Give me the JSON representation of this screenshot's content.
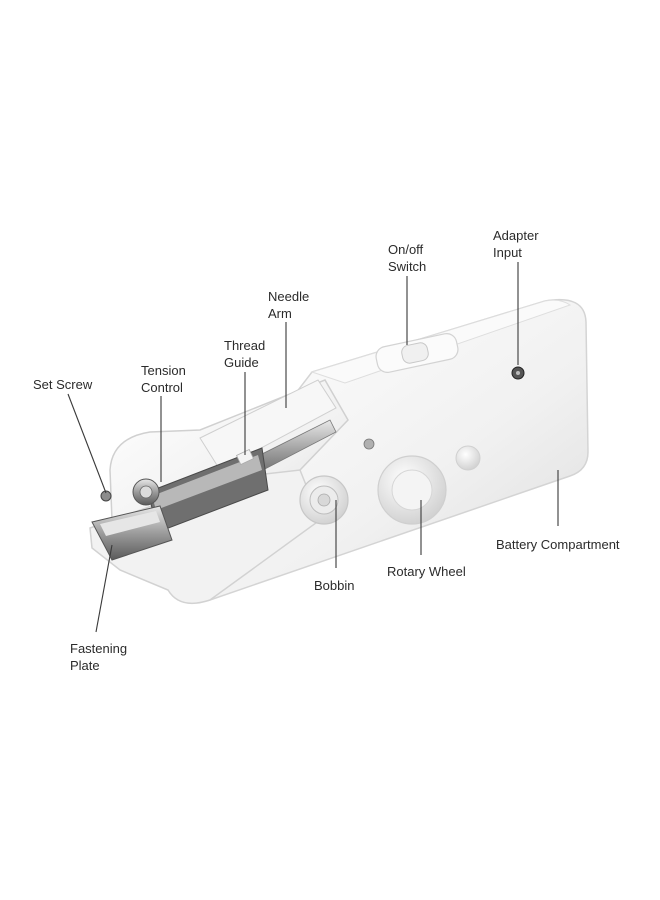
{
  "labels": {
    "adapter_input": [
      "Adapter",
      "Input"
    ],
    "onoff_switch": [
      "On/off",
      "Switch"
    ],
    "needle_arm": [
      "Needle",
      "Arm"
    ],
    "thread_guide": [
      "Thread",
      "Guide"
    ],
    "tension_control": [
      "Tension",
      "Control"
    ],
    "set_screw": [
      "Set Screw"
    ],
    "battery_compartment": [
      "Battery Compartment"
    ],
    "rotary_wheel": [
      "Rotary Wheel"
    ],
    "bobbin": [
      "Bobbin"
    ],
    "fastening_plate": [
      "Fastening",
      "Plate"
    ]
  },
  "colors": {
    "body": "#f3f3f3",
    "body_shadow": "#d9d9d9",
    "metal": "#9a9a9a",
    "leader_line": "#3a3a3a",
    "text": "#2b2b2b"
  }
}
